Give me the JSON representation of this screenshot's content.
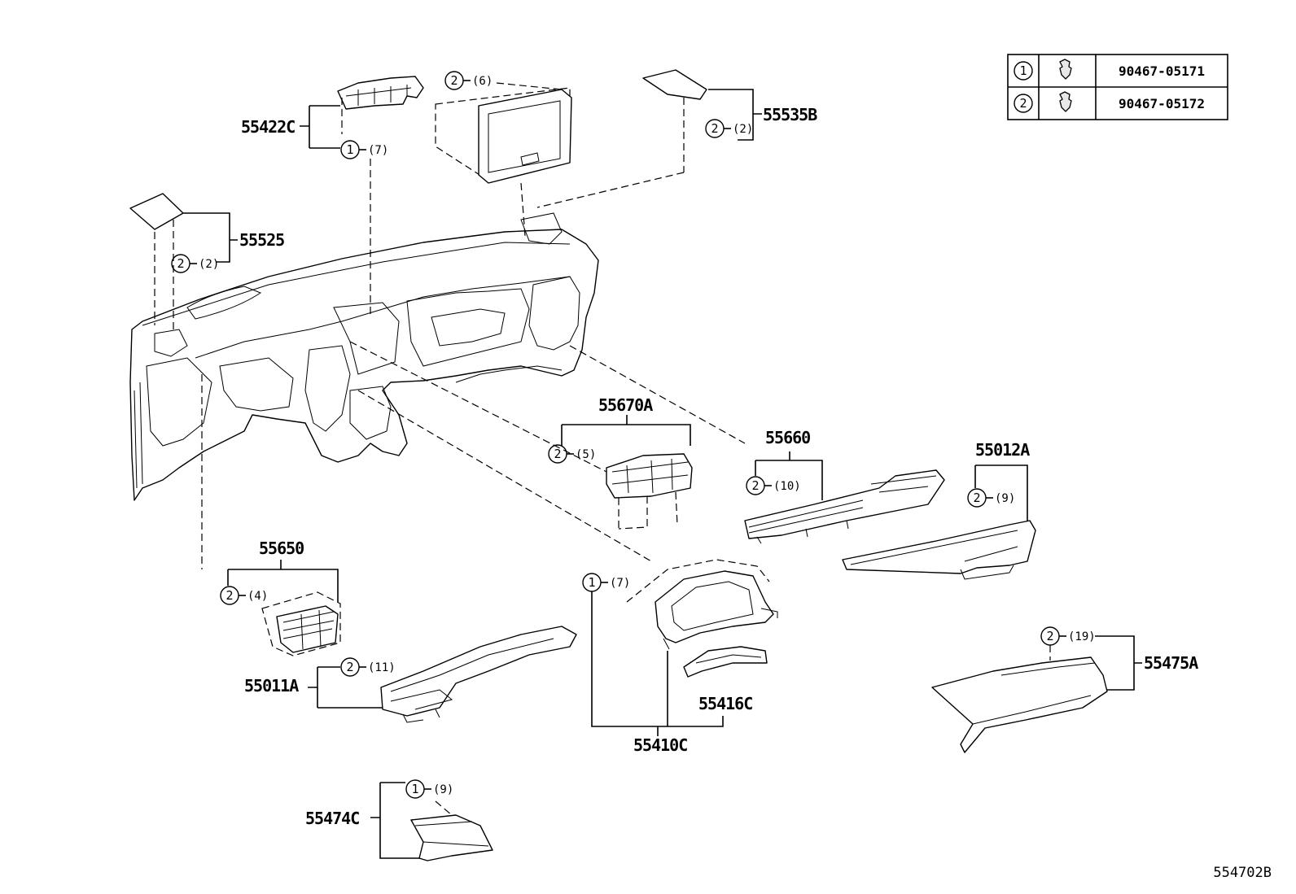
{
  "fastener_table": [
    {
      "key": "1",
      "part_number": "90467-05171",
      "icon": "clip-fastener-icon"
    },
    {
      "key": "2",
      "part_number": "90467-05172",
      "icon": "clip-fastener-icon"
    }
  ],
  "callouts": {
    "p55422C": {
      "part": "55422C",
      "key": "1",
      "qty": "(7)"
    },
    "p55535B": {
      "part": "55535B",
      "key": "2",
      "qty": "(2)"
    },
    "pDisplay": {
      "key": "2",
      "qty": "(6)"
    },
    "p55525": {
      "part": "55525",
      "key": "2",
      "qty": "(2)"
    },
    "p55670A": {
      "part": "55670A",
      "key": "2",
      "qty": "(5)"
    },
    "p55660": {
      "part": "55660",
      "key": "2",
      "qty": "(10)"
    },
    "p55012A": {
      "part": "55012A",
      "key": "2",
      "qty": "(9)"
    },
    "p55650": {
      "part": "55650",
      "key": "2",
      "qty": "(4)"
    },
    "p55410C": {
      "part": "55410C",
      "key": "1",
      "qty": "(7)"
    },
    "p55011A": {
      "part": "55011A",
      "key": "2",
      "qty": "(11)"
    },
    "p55416C": {
      "part": "55416C"
    },
    "p55475A": {
      "part": "55475A",
      "key": "2",
      "qty": "(19)"
    },
    "p55474C": {
      "part": "55474C",
      "key": "1",
      "qty": "(9)"
    }
  },
  "diagram_ref": "554702B"
}
